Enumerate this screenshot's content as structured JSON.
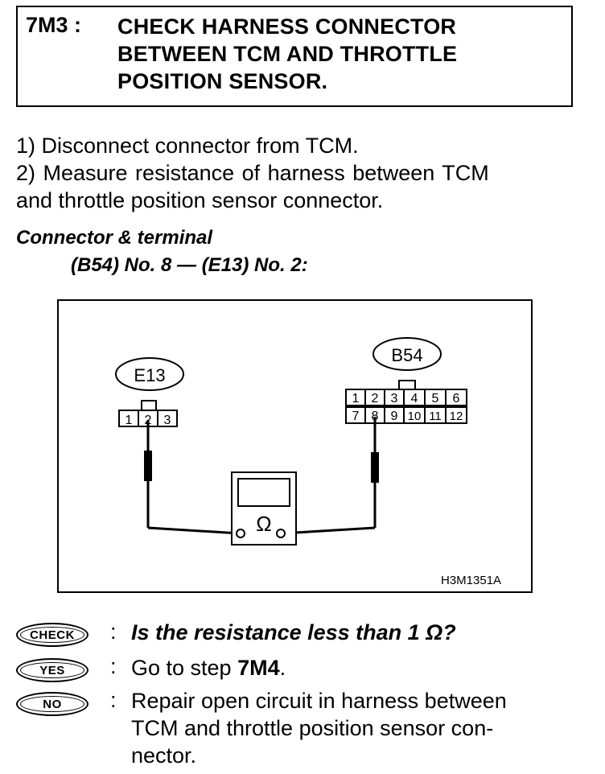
{
  "header": {
    "step_code": "7M3 :",
    "title_lines": [
      "CHECK HARNESS CONNECTOR",
      "BETWEEN TCM AND THROTTLE",
      "POSITION SENSOR."
    ]
  },
  "instructions": {
    "step1": "1)  Disconnect connector from TCM.",
    "step2_line1": "2)  Measure resistance of harness between TCM",
    "step2_line2": "and throttle position sensor connector."
  },
  "connector": {
    "heading": "Connector & terminal",
    "detail": "(B54) No. 8 — (E13) No. 2:"
  },
  "diagram": {
    "connector_left": {
      "label": "E13",
      "pins": [
        "1",
        "2",
        "3"
      ]
    },
    "connector_right": {
      "label": "B54",
      "pins_top": [
        "1",
        "2",
        "3",
        "4",
        "5",
        "6"
      ],
      "pins_bottom": [
        "7",
        "8",
        "9",
        "10",
        "11",
        "12"
      ]
    },
    "meter_symbol": "Ω",
    "figure_code": "H3M1351A"
  },
  "checks": {
    "check_badge": "CHECK",
    "check_text": "Is the resistance less than 1 Ω?",
    "yes_badge": "YES",
    "yes_text_prefix": "Go to step ",
    "yes_text_step": "7M4",
    "yes_text_suffix": ".",
    "no_badge": "NO",
    "no_text_line1": "Repair open circuit in harness between",
    "no_text_line2": "TCM and throttle position sensor con-",
    "no_text_line3": "nector.",
    "colon": ":"
  }
}
